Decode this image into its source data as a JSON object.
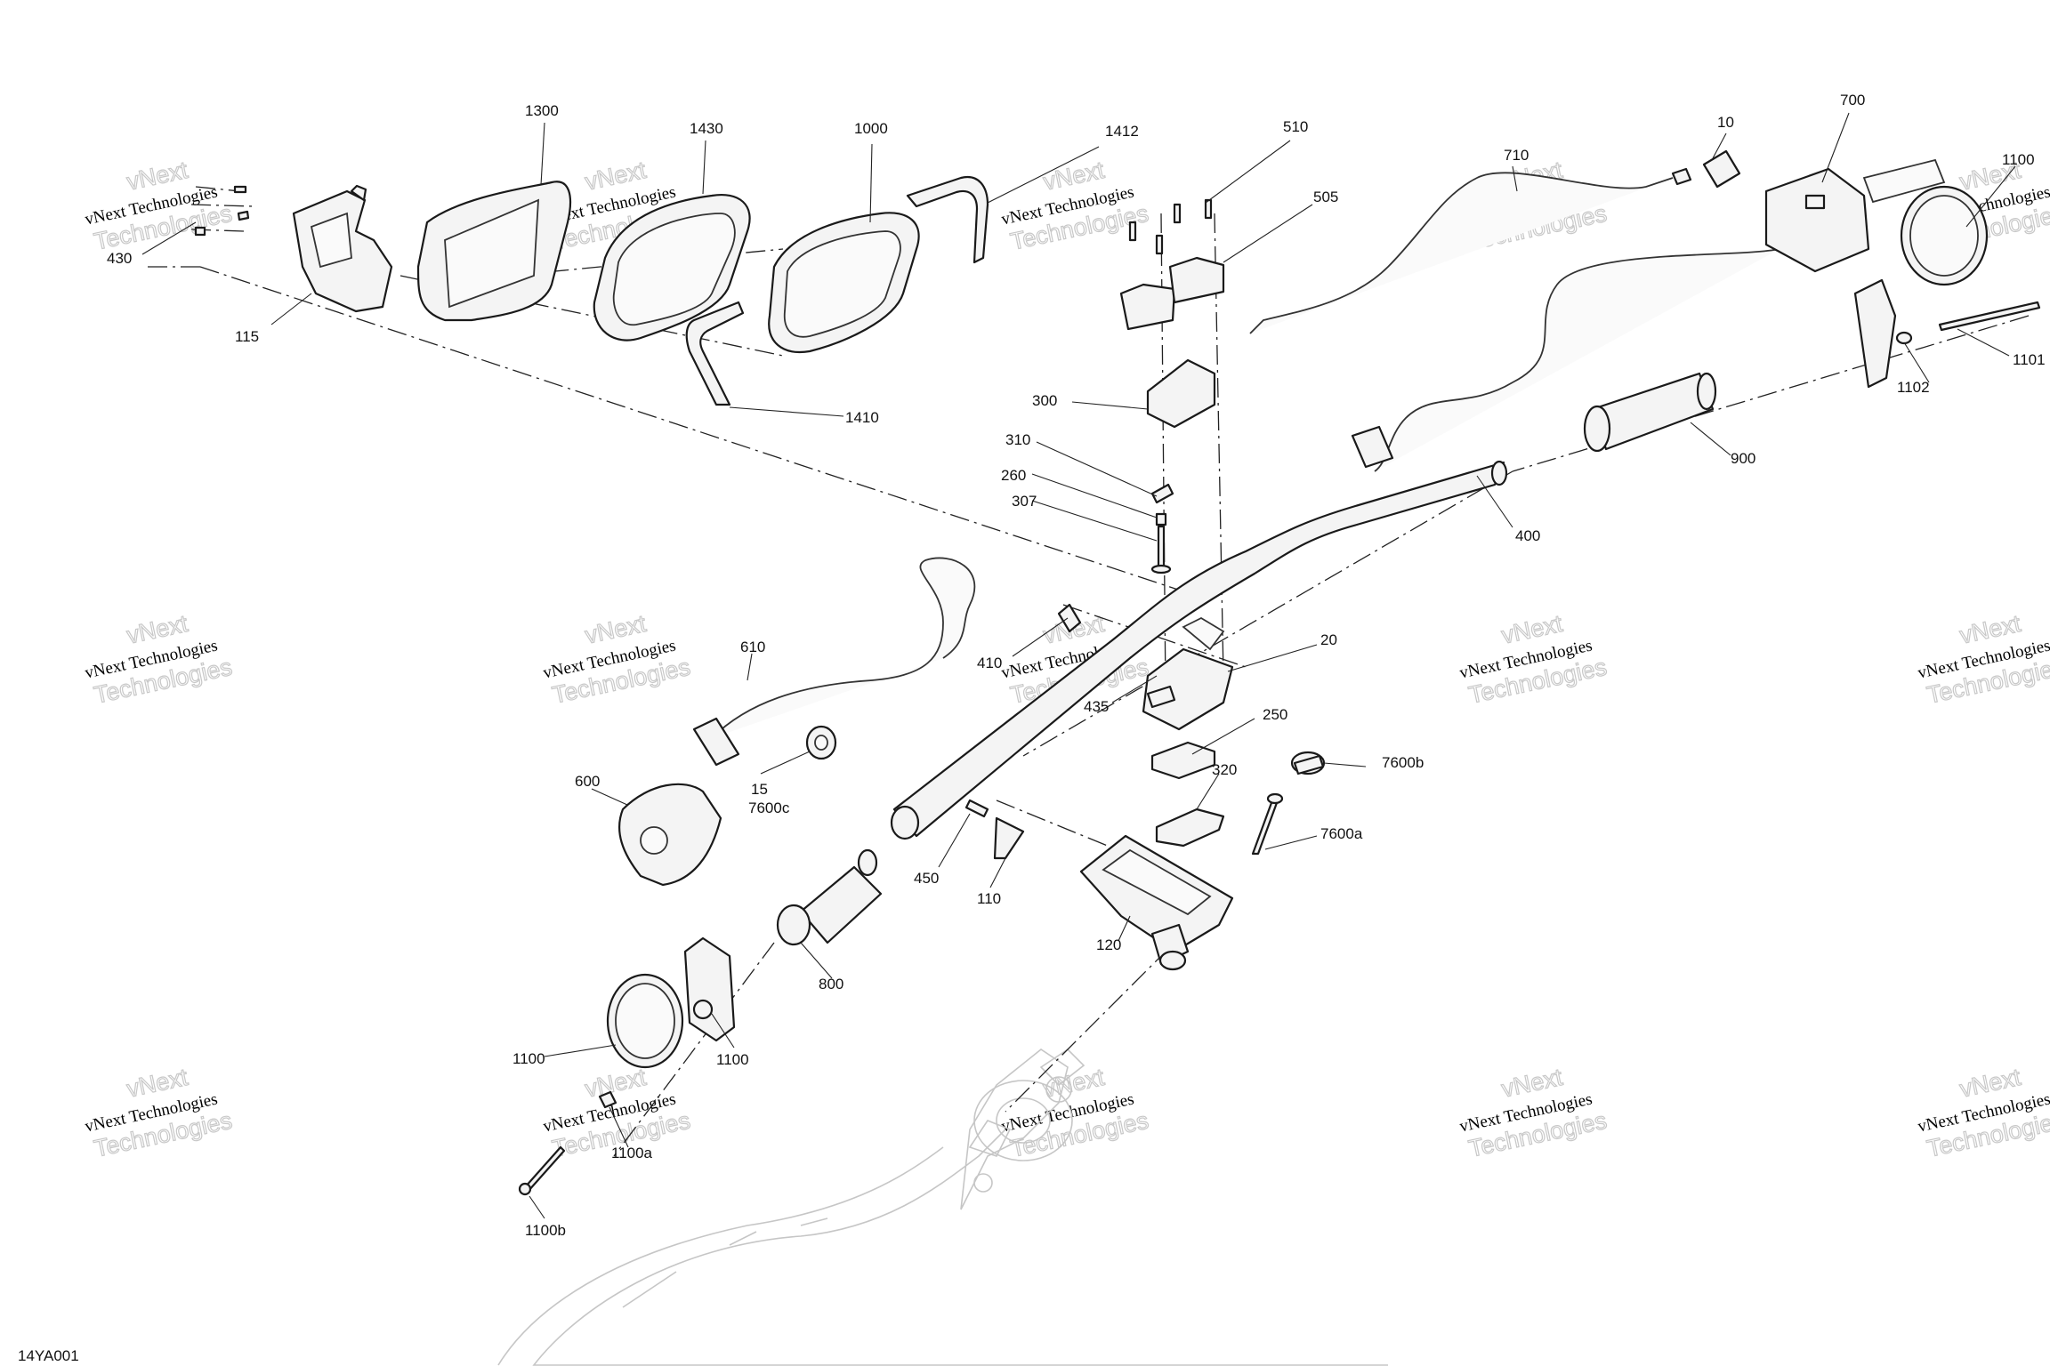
{
  "diagram": {
    "drawing_id": "14YA001",
    "callouts": [
      "1300",
      "1430",
      "1000",
      "1412",
      "510",
      "505",
      "710",
      "10",
      "700",
      "1100",
      "430",
      "115",
      "1410",
      "300",
      "310",
      "260",
      "307",
      "1101",
      "1102",
      "900",
      "400",
      "20",
      "410",
      "610",
      "435",
      "250",
      "15",
      "7600c",
      "7600b",
      "320",
      "600",
      "7600a",
      "450",
      "110",
      "120",
      "800",
      "1100",
      "1100",
      "1100a",
      "1100b"
    ],
    "watermark": {
      "line1": "vNext Technologies",
      "line2": "Technologies",
      "corner": "vNext"
    }
  }
}
